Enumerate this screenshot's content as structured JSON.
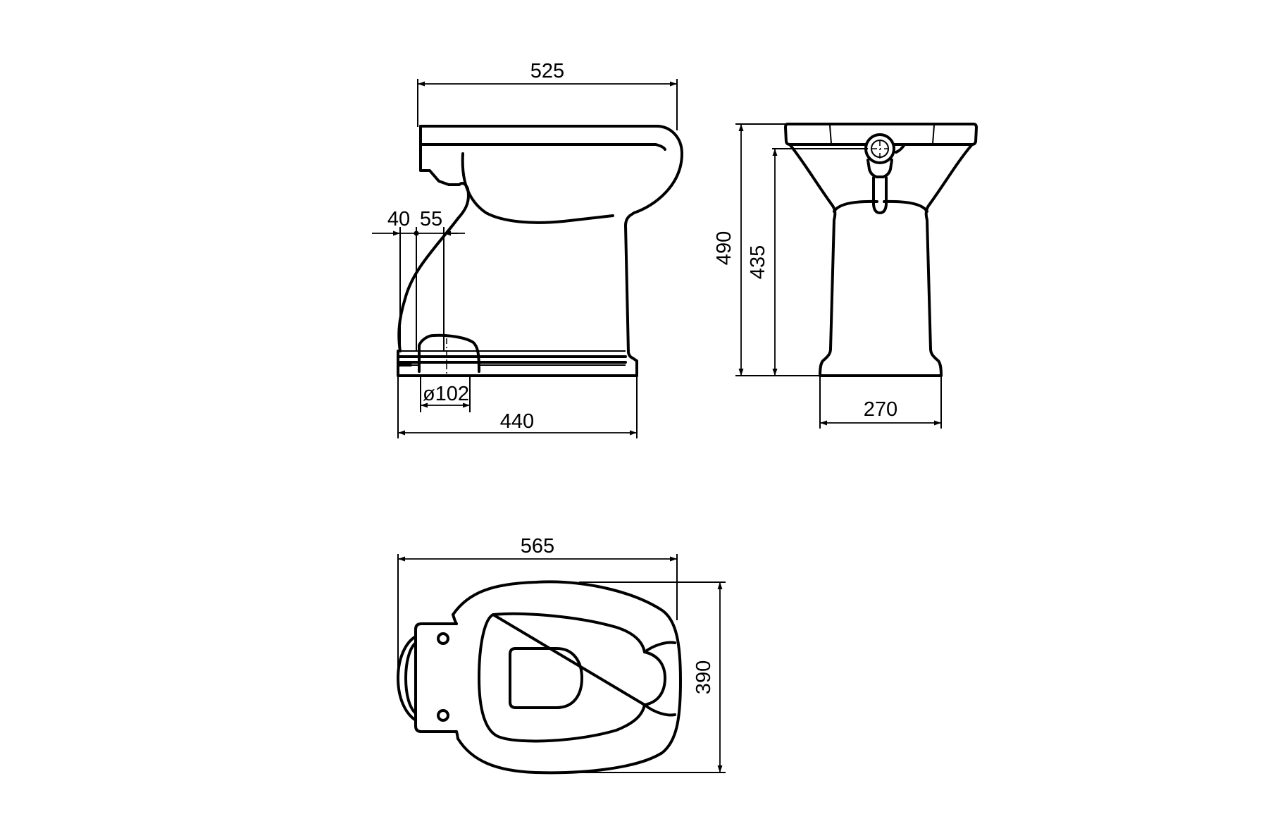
{
  "dimensions": {
    "side_width_top": "525",
    "side_offset_a": "40",
    "side_offset_b": "55",
    "outlet_diameter": "ø102",
    "side_width_base": "440",
    "front_height_total": "490",
    "front_height_inlet": "435",
    "front_base_width": "270",
    "plan_length": "565",
    "plan_width": "390"
  }
}
